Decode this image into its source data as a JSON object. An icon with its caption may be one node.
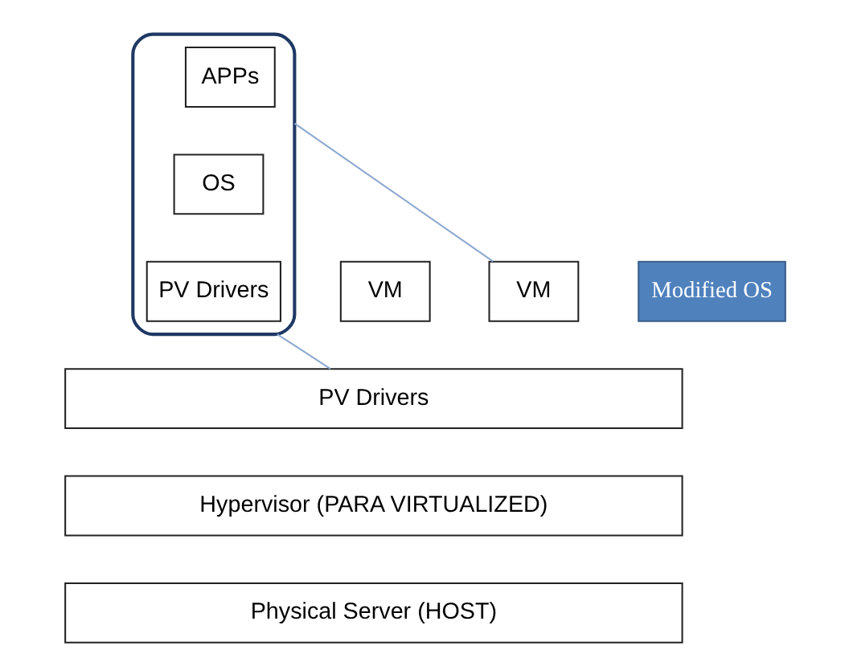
{
  "diagram": {
    "nodes": [
      {
        "text": [],
        "shape": "box"
      },
      {
        "text": [
          "APPs"
        ],
        "in": 0
      },
      {
        "text": [
          "OS"
        ],
        "in": 0
      },
      {
        "text": [
          "PV Drivers"
        ],
        "in": 0
      },
      {
        "text": [
          "Modified OS"
        ]
      },
      {
        "text": [
          "VM"
        ]
      },
      {
        "text": [
          "VM"
        ]
      },
      {
        "text": [
          "PV Drivers"
        ]
      },
      {
        "text": [
          "Hypervisor (PARA VIRTUALIZED)"
        ]
      },
      {
        "text": [
          "Physical Server (HOST)"
        ]
      }
    ],
    "edges": [
      {
        "from": 6,
        "to": 0,
        "arrow": "none"
      },
      {
        "from": 0,
        "to": 7,
        "arrow": "none"
      }
    ]
  }
}
